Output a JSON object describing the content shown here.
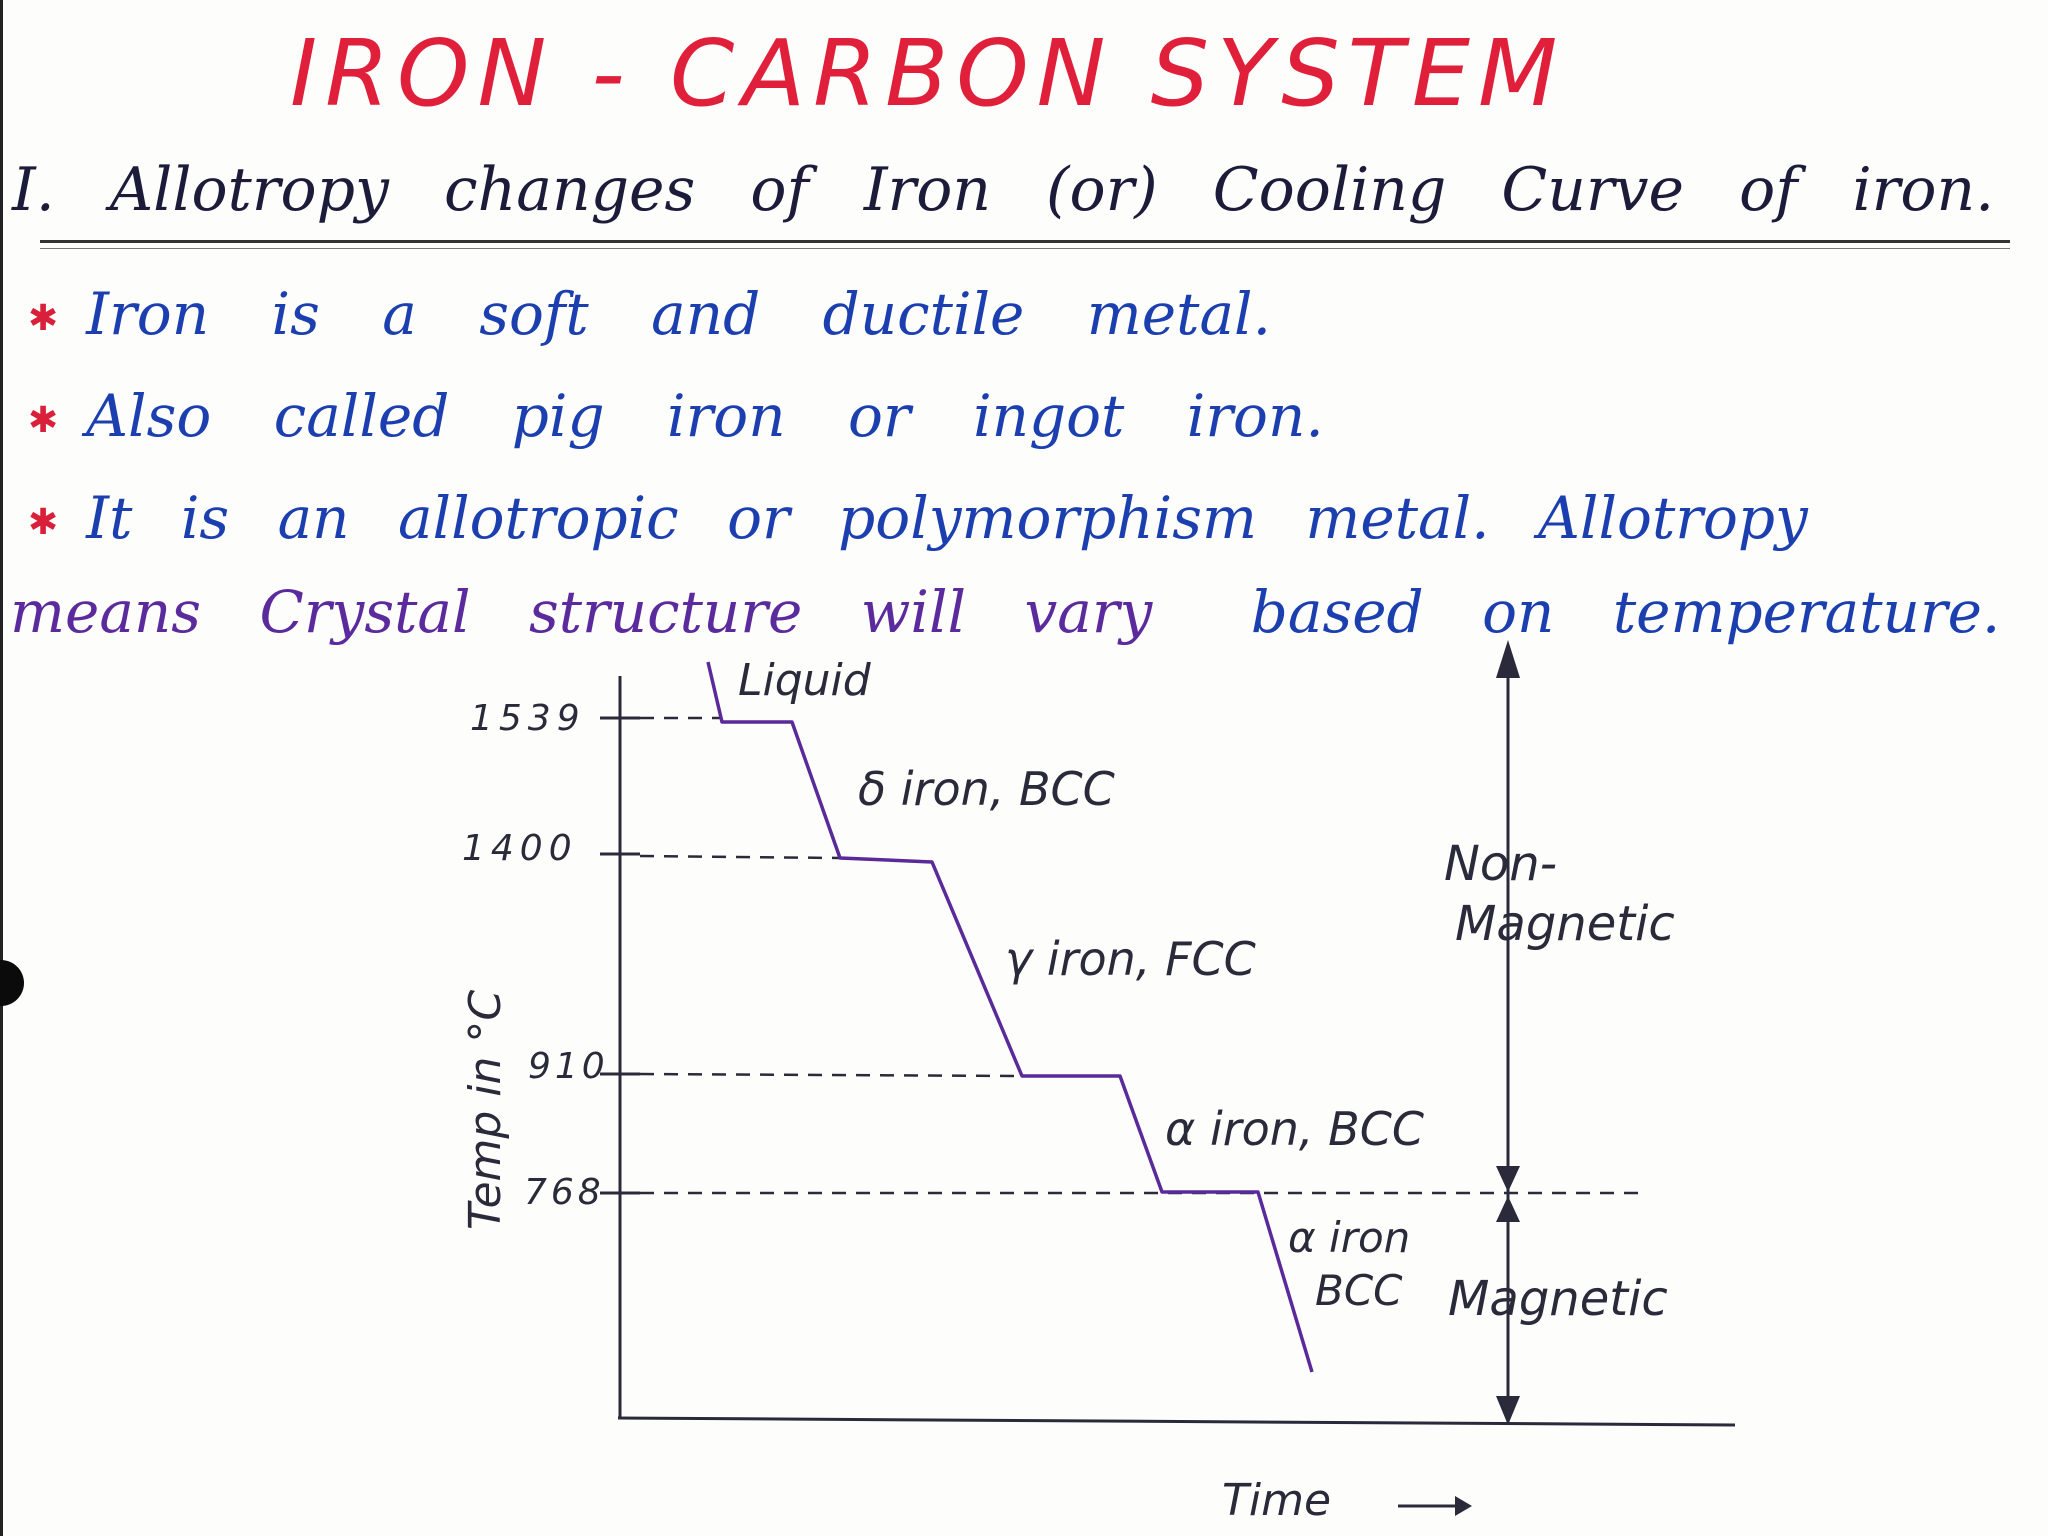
{
  "title": "IRON - CARBON SYSTEM",
  "heading": "I. Allotropy changes of Iron (or) Cooling Curve of iron.",
  "bullets": {
    "b1": "Iron is a soft and ductile metal.",
    "b2": "Also called pig iron or ingot iron.",
    "b3_part1": "It is an allotropic or polymorphism metal. Allotropy",
    "b3_part2": "means Crystal structure will vary",
    "b3_part3": "based on temperature."
  },
  "diagram": {
    "y_axis_label": "Temp in °C",
    "x_axis_label": "Time",
    "temps": {
      "t1539": "1539",
      "t1400": "1400",
      "t910": "910",
      "t768": "768"
    },
    "phases": {
      "liquid": "Liquid",
      "delta": "δ iron, BCC",
      "gamma": "γ iron, FCC",
      "alpha_nm": "α iron, BCC",
      "alpha_m_line1": "α iron",
      "alpha_m_line2": "BCC"
    },
    "magnetism": {
      "non_line1": "Non-",
      "non_line2": "Magnetic",
      "mag": "Magnetic"
    }
  },
  "colors": {
    "title": "#e0203a",
    "bullet_blue": "#1c3fb0",
    "bullet_purple": "#5b2a9c",
    "curve": "#5a2a9a",
    "ink": "#2a2a3a",
    "star": "#d8203a"
  }
}
